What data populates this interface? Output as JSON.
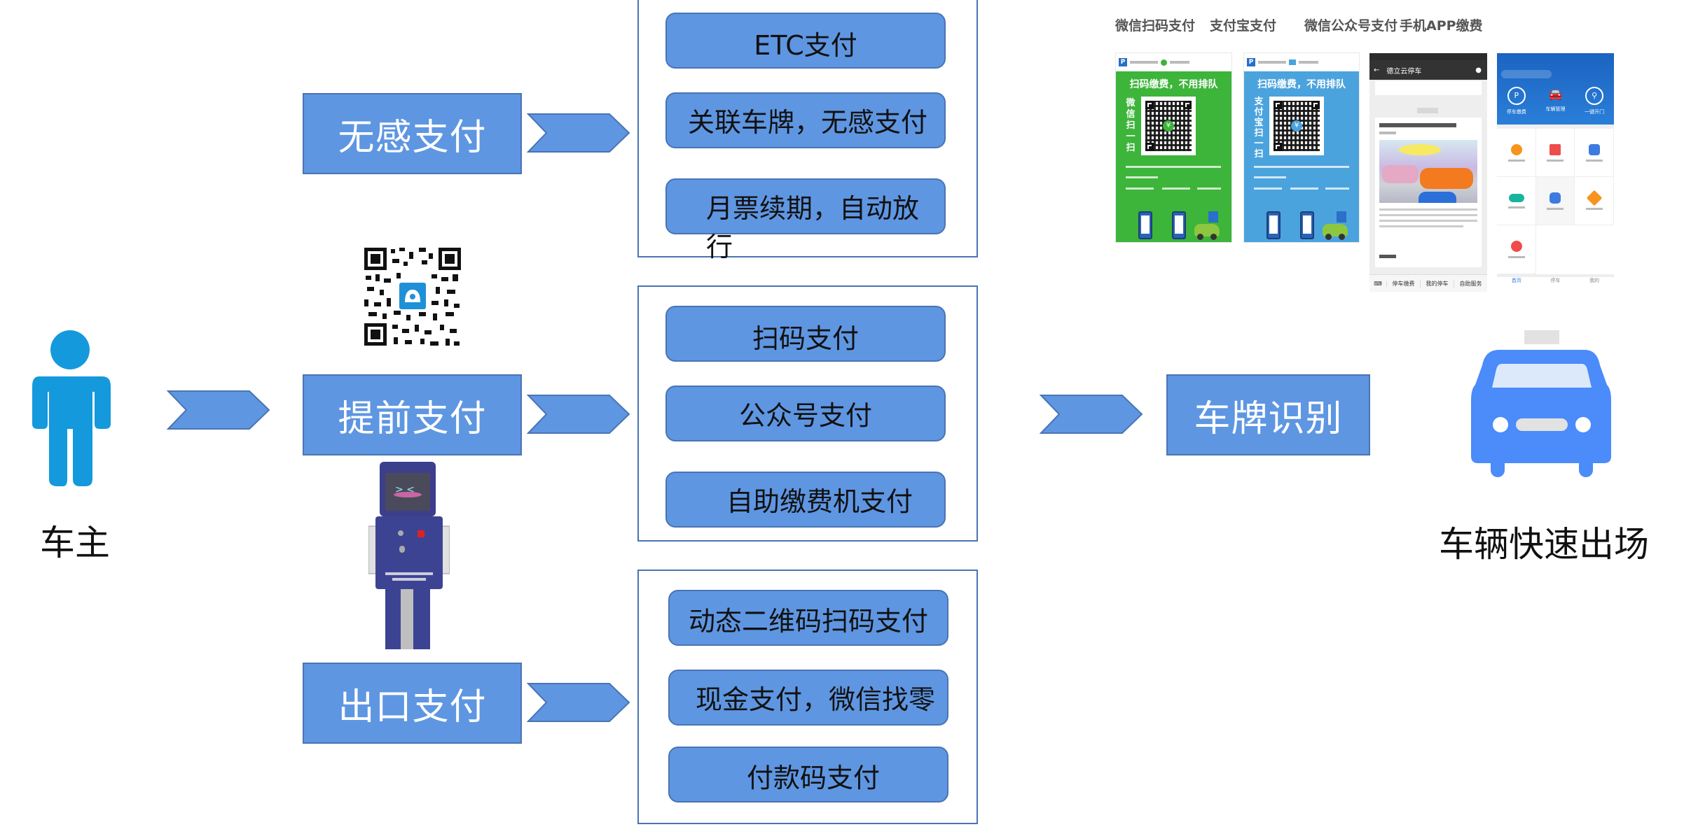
{
  "diagram": {
    "title_hidden": "停车场支付方式流程图",
    "start": {
      "label": "车主",
      "icon": "person-icon"
    },
    "categories": [
      {
        "id": "senseless",
        "label": "无感支付",
        "options": [
          "ETC支付",
          "关联车牌，无感支付",
          "月票续期，自动放行"
        ]
      },
      {
        "id": "prepay",
        "label": "提前支付",
        "options": [
          "扫码支付",
          "公众号支付",
          "自助缴费机支付"
        ],
        "illustrations": [
          "qr-code-icon",
          "self-service-kiosk-icon"
        ]
      },
      {
        "id": "exit",
        "label": "出口支付",
        "options": [
          "动态二维码扫码支付",
          "现金支付，微信找零",
          "付款码支付"
        ]
      }
    ],
    "recognition": {
      "label": "车牌识别"
    },
    "end": {
      "label": "车辆快速出场",
      "icon": "car-icon"
    },
    "screenshots": [
      {
        "label": "微信扫码支付",
        "headline": "扫码缴费，不用排队",
        "side_text": [
          "微",
          "信",
          "扫",
          "一",
          "扫"
        ],
        "color": "#3db43a"
      },
      {
        "label": "支付宝支付",
        "headline": "扫码缴费，不用排队",
        "side_text": [
          "支",
          "付",
          "宝",
          "扫",
          "一",
          "扫"
        ],
        "color": "#4ba3dd"
      },
      {
        "label": "微信公众号支付",
        "account_name": "德立云停车",
        "tabs": [
          "停车缴费",
          "我的停车",
          "自助服务"
        ]
      },
      {
        "label": "手机APP缴费",
        "quick_actions": [
          "停车缴费",
          "车辆管理",
          "一键开门"
        ],
        "tabs": [
          "首页",
          "停车",
          "我的"
        ]
      }
    ]
  },
  "colors": {
    "box_fill": "#5e96e2",
    "box_stroke": "#4a74b4",
    "person": "#1499dc",
    "car": "#4b8bfa"
  }
}
